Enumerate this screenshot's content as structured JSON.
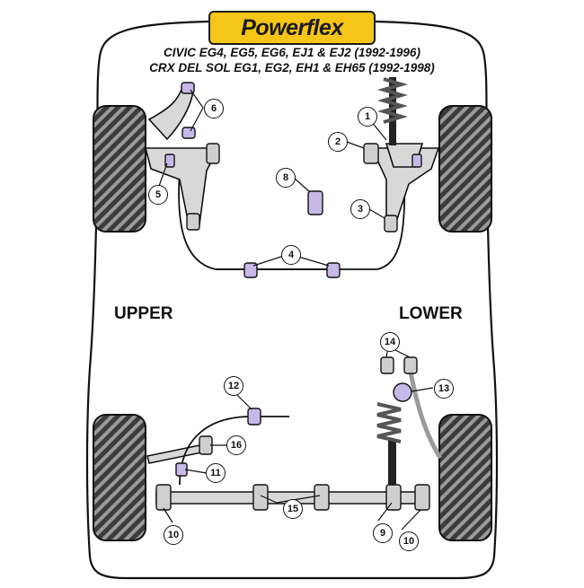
{
  "brand": "Powerflex",
  "models": {
    "line1": "CIVIC EG4, EG5, EG6, EJ1 & EJ2 (1992-1996)",
    "line2": "CRX DEL SOL EG1, EG2, EH1 & EH65 (1992-1998)"
  },
  "views": {
    "upper": "UPPER",
    "lower": "LOWER"
  },
  "callouts": [
    "1",
    "2",
    "3",
    "4",
    "5",
    "6",
    "8",
    "9",
    "10",
    "10",
    "11",
    "12",
    "13",
    "14",
    "15",
    "16"
  ],
  "colors": {
    "bushing": "#c8b8e8",
    "logo_bg": "#f5c518",
    "outline": "#1b1b1b"
  },
  "icons": [
    "tyre-icon",
    "spring-icon",
    "bushing-icon"
  ]
}
